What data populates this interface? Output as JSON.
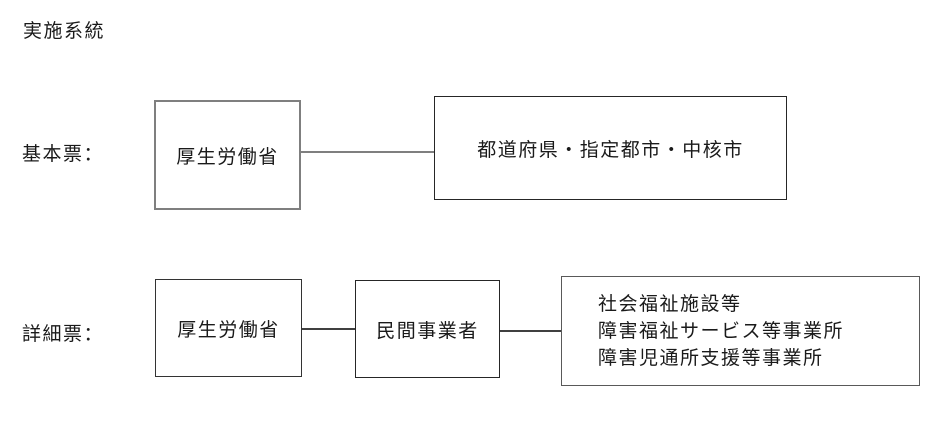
{
  "page": {
    "title": "実施系統"
  },
  "diagram": {
    "rows": [
      {
        "label": "基本票：",
        "boxes": [
          {
            "lines": [
              "厚生労働省"
            ]
          },
          {
            "lines": [
              "都道府県・指定都市・中核市"
            ]
          }
        ],
        "edges": [
          "厚生労働省 - 都道府県・指定都市・中核市"
        ]
      },
      {
        "label": "詳細票：",
        "boxes": [
          {
            "lines": [
              "厚生労働省"
            ]
          },
          {
            "lines": [
              "民間事業者"
            ]
          },
          {
            "lines": [
              "社会福祉施設等",
              "障害福祉サービス等事業所",
              "障害児通所支援等事業所"
            ]
          }
        ],
        "edges": [
          "厚生労働省 - 民間事業者",
          "民間事業者 - 社会福祉施設等ほか"
        ]
      }
    ]
  },
  "colors": {
    "background": "#ffffff",
    "text": "#1a1a1a",
    "border_dark": "#262626",
    "border_gray": "#7f7f7f",
    "connector": "#6e6e6e"
  }
}
